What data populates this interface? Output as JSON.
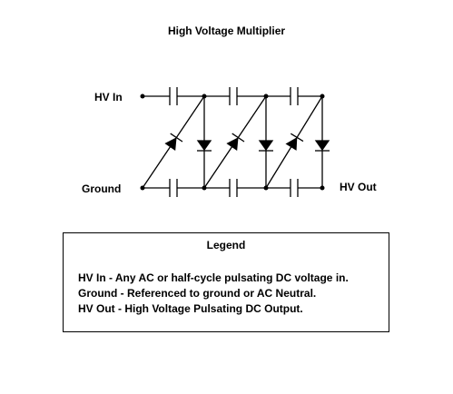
{
  "title": "High Voltage Multiplier",
  "labels": {
    "hv_in": "HV In",
    "ground": "Ground",
    "hv_out": "HV Out"
  },
  "legend": {
    "title": "Legend",
    "lines": [
      "HV In - Any AC or half-cycle pulsating DC voltage in.",
      "Ground - Referenced to ground or AC Neutral.",
      "HV Out - High Voltage Pulsating DC Output."
    ]
  },
  "circuit": {
    "stages": 3,
    "components": {
      "top_capacitors": 3,
      "bottom_capacitors": 3,
      "diagonal_diodes": 3,
      "vertical_diodes": 3
    }
  },
  "colors": {
    "line": "#000000",
    "background": "#ffffff"
  }
}
